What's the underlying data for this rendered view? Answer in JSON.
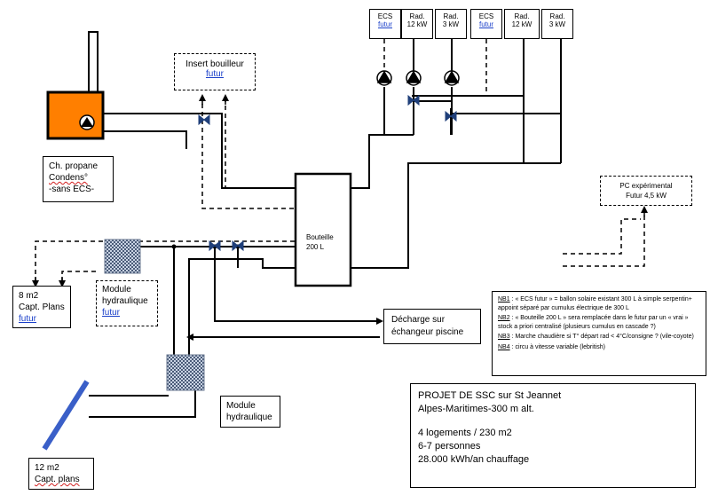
{
  "radiators_top": [
    {
      "line1": "ECS",
      "line2": "futur"
    },
    {
      "line1": "Rad.",
      "line2": "12 kW"
    },
    {
      "line1": "Rad.",
      "line2": "3 kW"
    },
    {
      "line1": "ECS",
      "line2": "futur"
    },
    {
      "line1": "Rad.",
      "line2": "12 kW"
    },
    {
      "line1": "Rad.",
      "line2": "3 kW"
    }
  ],
  "insert": {
    "line1": "Insert bouilleur",
    "line2": "futur"
  },
  "boiler": {
    "line1": "Ch. propane",
    "line2": "Condens°",
    "line3": "-sans ECS-"
  },
  "pc_exp": {
    "line1": "PC expérimental",
    "line2": "Futur 4,5 kW"
  },
  "bouteille": {
    "line1": "Bouteille",
    "line2": "200 L"
  },
  "capt8": {
    "line1": "8 m2",
    "line2": "Capt. Plans",
    "line3": "futur"
  },
  "module_futur": {
    "line1": "Module",
    "line2": "hydraulique",
    "line3": "futur"
  },
  "decharge": {
    "line1": "Décharge sur",
    "line2": "échangeur piscine"
  },
  "module": {
    "line1": "Module",
    "line2": "hydraulique"
  },
  "capt12": {
    "line1": "12 m2",
    "line2": "Capt. plans"
  },
  "notes": {
    "nb1_label": "NB1",
    "nb1_text": " : « ECS futur » = ballon solaire existant 300 L à simple serpentin+ appoint séparé par cumulus électrique de 300 L",
    "nb2_label": "NB2",
    "nb2_text": " : « Bouteille 200 L » sera remplacée dans le futur par un « vrai » stock a priori centralisé (plusieurs cumulus en cascade ?)",
    "nb3_label": "NB3",
    "nb3_text": " : Marche chaudière si T° départ rad < 4°C/consigne ? (vile-coyote)",
    "nb4_label": "NB4",
    "nb4_text": " : circu à vitesse variable (lebritish)"
  },
  "project": {
    "title": "PROJET DE SSC sur St Jeannet",
    "location": "Alpes-Maritimes-300 m alt.",
    "housing": "4 logements / 230 m2",
    "people": "6-7 personnes",
    "heating": "28.000 kWh/an chauffage"
  },
  "colors": {
    "boiler": "#ff7f00",
    "pipe": "#000000",
    "collector": "#3a5fc8",
    "valve": "#1f3f7a"
  }
}
